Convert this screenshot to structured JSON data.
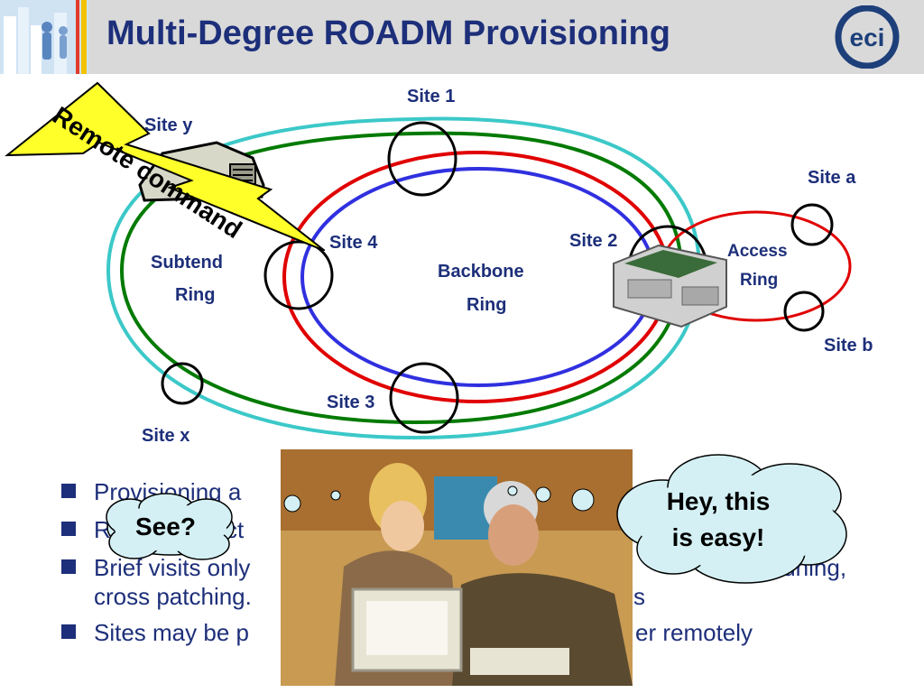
{
  "header": {
    "title": "Multi-Degree ROADM Provisioning"
  },
  "diagram": {
    "sites": {
      "site1": "Site 1",
      "site2": "Site 2",
      "site3": "Site 3",
      "site4": "Site 4",
      "sitex": "Site x",
      "sitey": "Site y",
      "sitea": "Site a",
      "siteb": "Site b"
    },
    "rings": {
      "backbone_line1": "Backbone",
      "backbone_line2": "Ring",
      "subtend_line1": "Subtend",
      "subtend_line2": "Ring",
      "access_line1": "Access",
      "access_line2": "Ring"
    },
    "ring_colors": [
      "#3cc8c8",
      "#007a00",
      "#e00000",
      "#3030e0"
    ],
    "remote_command": "Remote command"
  },
  "bullets": [
    "Provisioning a",
    "R",
    "Brief visits only",
    "cross patching.",
    "Sites may be p"
  ],
  "bullet_tails": [
    "",
    "ct",
    "tuning,",
    "s",
    "er remotely"
  ],
  "callouts": {
    "see": "See?",
    "hey_line1": "Hey, this",
    "hey_line2": "is easy!"
  }
}
